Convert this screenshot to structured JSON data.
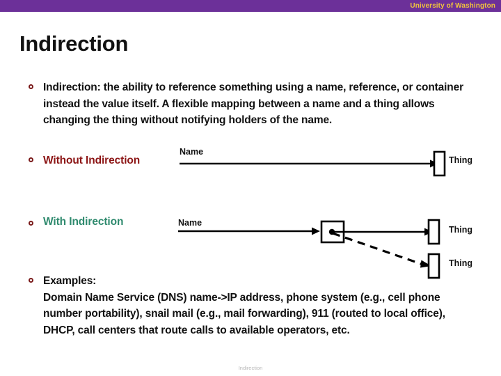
{
  "banner": {
    "institution": "University of Washington",
    "bg_color": "#6c3099",
    "text_color": "#f0c43c"
  },
  "slide": {
    "title": "Indirection",
    "footer": "Indirection"
  },
  "bullets": [
    {
      "id": "definition",
      "text": "Indirection: the ability to reference something using a name, reference, or container instead the value itself. A flexible mapping between a name and a thing allows changing the thing without notifying holders of the name."
    },
    {
      "id": "examples",
      "text": "Examples:\nDomain Name Service (DNS) name->IP address, phone system (e.g., cell phone number portability), snail mail (e.g., mail forwarding), 911 (routed to local office), DHCP, call centers that route calls to available operators, etc."
    }
  ],
  "diagrams": [
    {
      "id": "without-indirection",
      "label": "Without Indirection",
      "label_color": "#8c1515",
      "name_label": "Name",
      "thing_labels": [
        "Thing"
      ]
    },
    {
      "id": "with-indirection",
      "label": "With Indirection",
      "label_color": "#2f8a6e",
      "name_label": "Name",
      "thing_labels": [
        "Thing",
        "Thing"
      ]
    }
  ],
  "colors": {
    "bullet_marker": "#7b1c1c",
    "body_text": "#111111",
    "diagram_stroke": "#000000",
    "footer_text": "#b9b9b9"
  }
}
